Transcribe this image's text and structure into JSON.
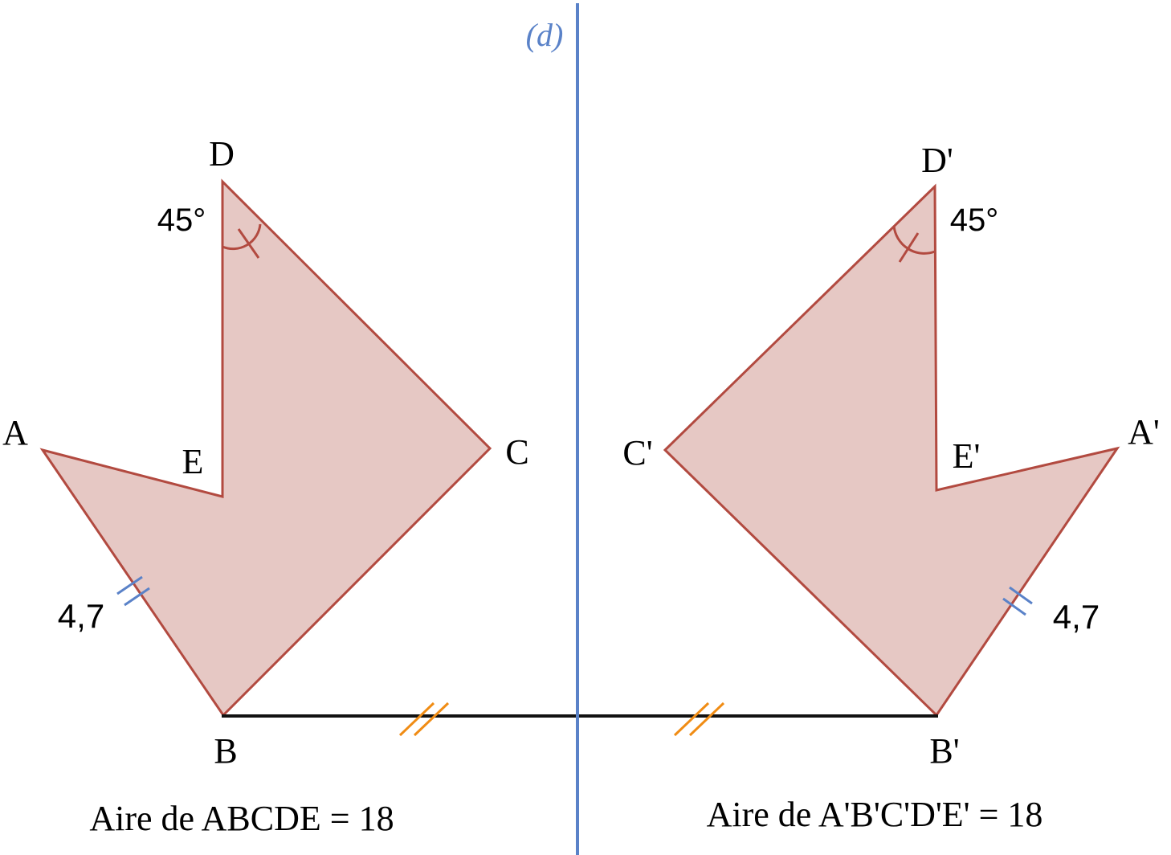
{
  "axis_label": "(d)",
  "colors": {
    "fill": "#e6c8c4",
    "stroke": "#b24a40",
    "axis": "#5a82c8",
    "segment": "#111111",
    "tick_orange": "#f08c14",
    "tick_blue": "#5a82c8"
  },
  "left_figure": {
    "vertices": {
      "a": "A",
      "b": "B",
      "c": "C",
      "d": "D",
      "e": "E"
    },
    "angle": "45°",
    "length": "4,7",
    "area": "Aire de ABCDE = 18"
  },
  "right_figure": {
    "vertices": {
      "a": "A'",
      "b": "B'",
      "c": "C'",
      "d": "D'",
      "e": "E'"
    },
    "angle": "45°",
    "length": "4,7",
    "area": "Aire de A'B'C'D'E' = 18"
  }
}
